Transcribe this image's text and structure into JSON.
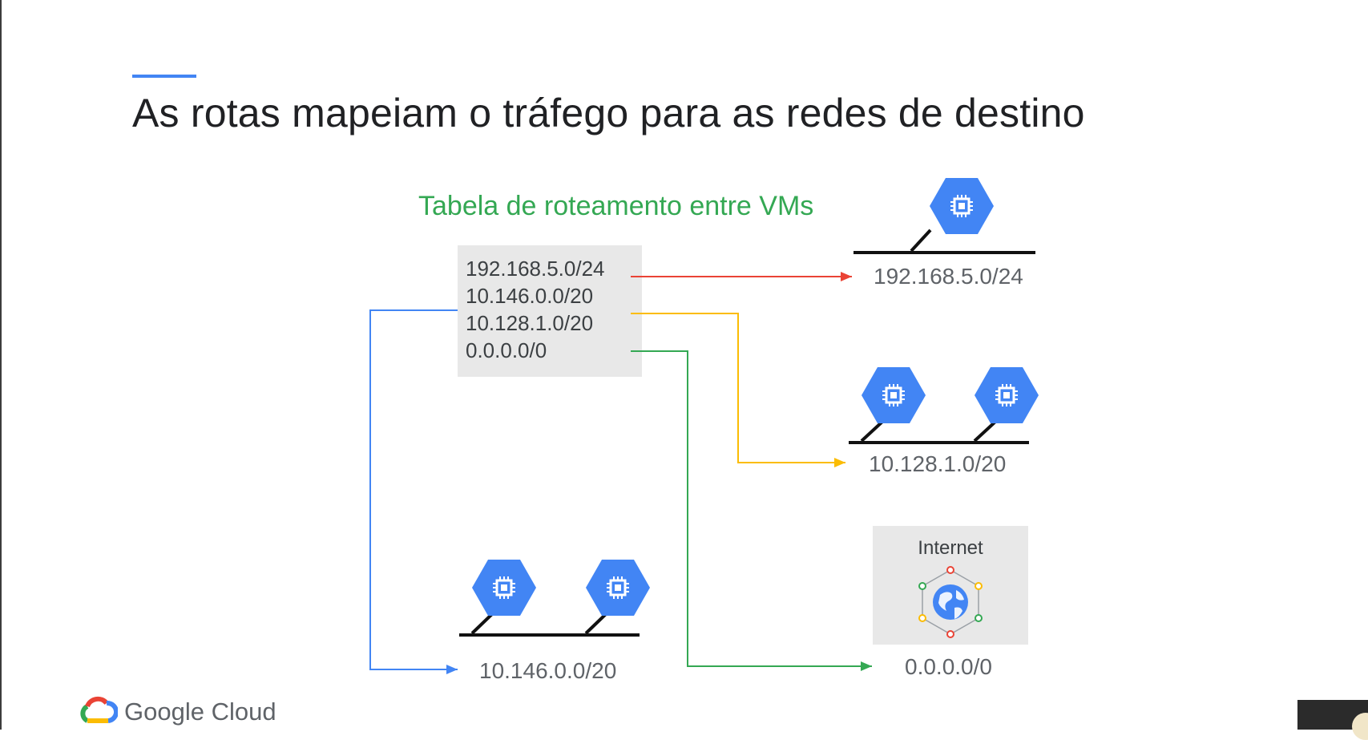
{
  "slide": {
    "title": "As rotas mapeiam o tráfego para as redes de destino",
    "accent_color": "#4285f4"
  },
  "routing_table": {
    "title": "Tabela de roteamento entre VMs",
    "title_color": "#34a853",
    "routes": [
      "192.168.5.0/24",
      "10.146.0.0/20",
      "10.128.1.0/20",
      "0.0.0.0/0"
    ]
  },
  "destinations": {
    "net_192": {
      "label": "192.168.5.0/24",
      "vm_count": 1
    },
    "net_10_128": {
      "label": "10.128.1.0/20",
      "vm_count": 2
    },
    "internet": {
      "title": "Internet",
      "label": "0.0.0.0/0"
    },
    "net_10_146": {
      "label": "10.146.0.0/20",
      "vm_count": 2
    }
  },
  "route_colors": {
    "192.168.5.0/24": "#ea4335",
    "10.146.0.0/20": "#4285f4",
    "10.128.1.0/20": "#fbbc04",
    "0.0.0.0/0": "#34a853"
  },
  "icons": {
    "vm": "compute-engine-icon",
    "internet": "globe-icon"
  },
  "brand": {
    "name": "Google Cloud"
  }
}
